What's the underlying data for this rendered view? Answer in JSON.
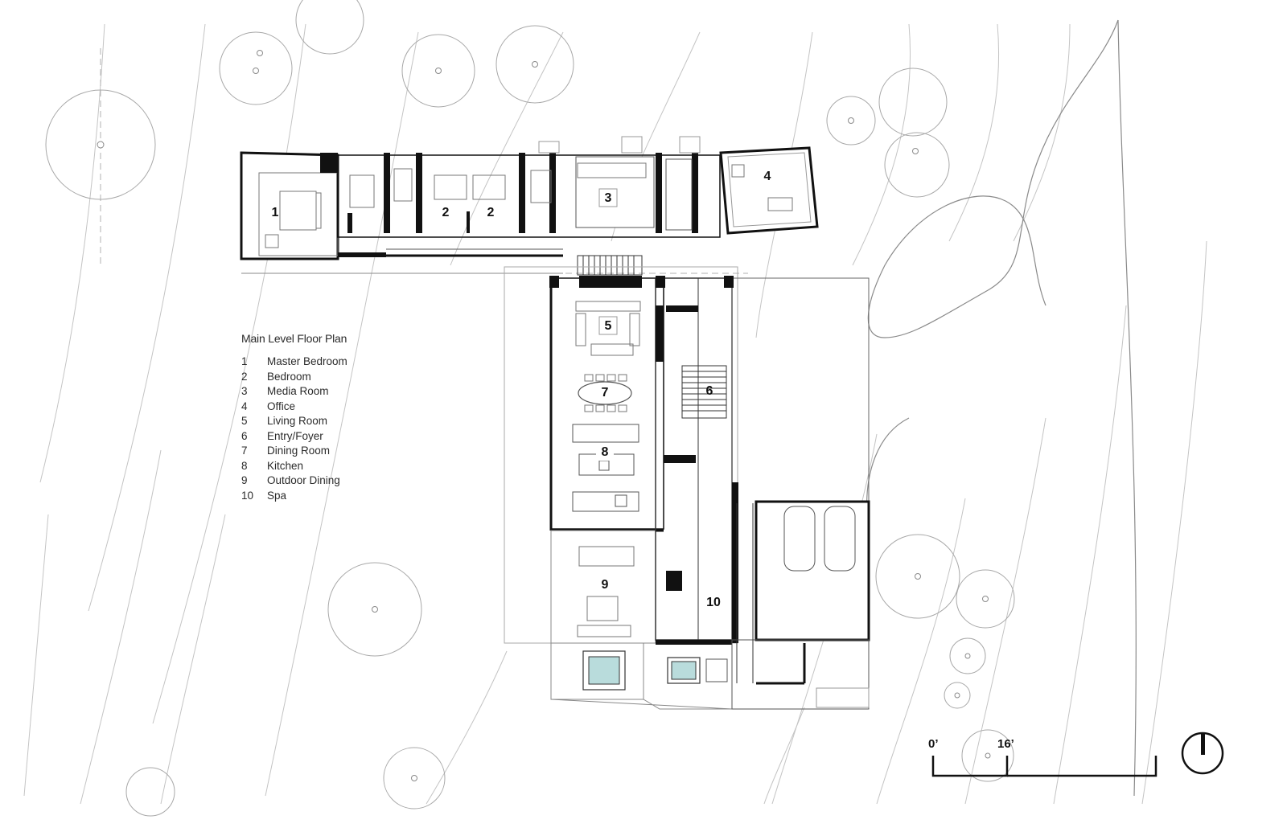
{
  "legend": {
    "title": "Main Level Floor Plan",
    "items": [
      {
        "num": "1",
        "name": "Master Bedroom"
      },
      {
        "num": "2",
        "name": "Bedroom"
      },
      {
        "num": "3",
        "name": "Media Room"
      },
      {
        "num": "4",
        "name": "Office"
      },
      {
        "num": "5",
        "name": "Living Room"
      },
      {
        "num": "6",
        "name": "Entry/Foyer"
      },
      {
        "num": "7",
        "name": "Dining Room"
      },
      {
        "num": "8",
        "name": "Kitchen"
      },
      {
        "num": "9",
        "name": "Outdoor Dining"
      },
      {
        "num": "10",
        "name": "Spa"
      }
    ]
  },
  "rooms": {
    "r1": "1",
    "r2a": "2",
    "r2b": "2",
    "r3": "3",
    "r4": "4",
    "r5": "5",
    "r6": "6",
    "r7": "7",
    "r8": "8",
    "r9": "9",
    "r10": "10"
  },
  "scale": {
    "start": "0’",
    "end": "16’"
  },
  "colors": {
    "wall": "#111111",
    "line": "#555555",
    "contour": "#bdbdbd",
    "water": "#b9dcdc"
  }
}
